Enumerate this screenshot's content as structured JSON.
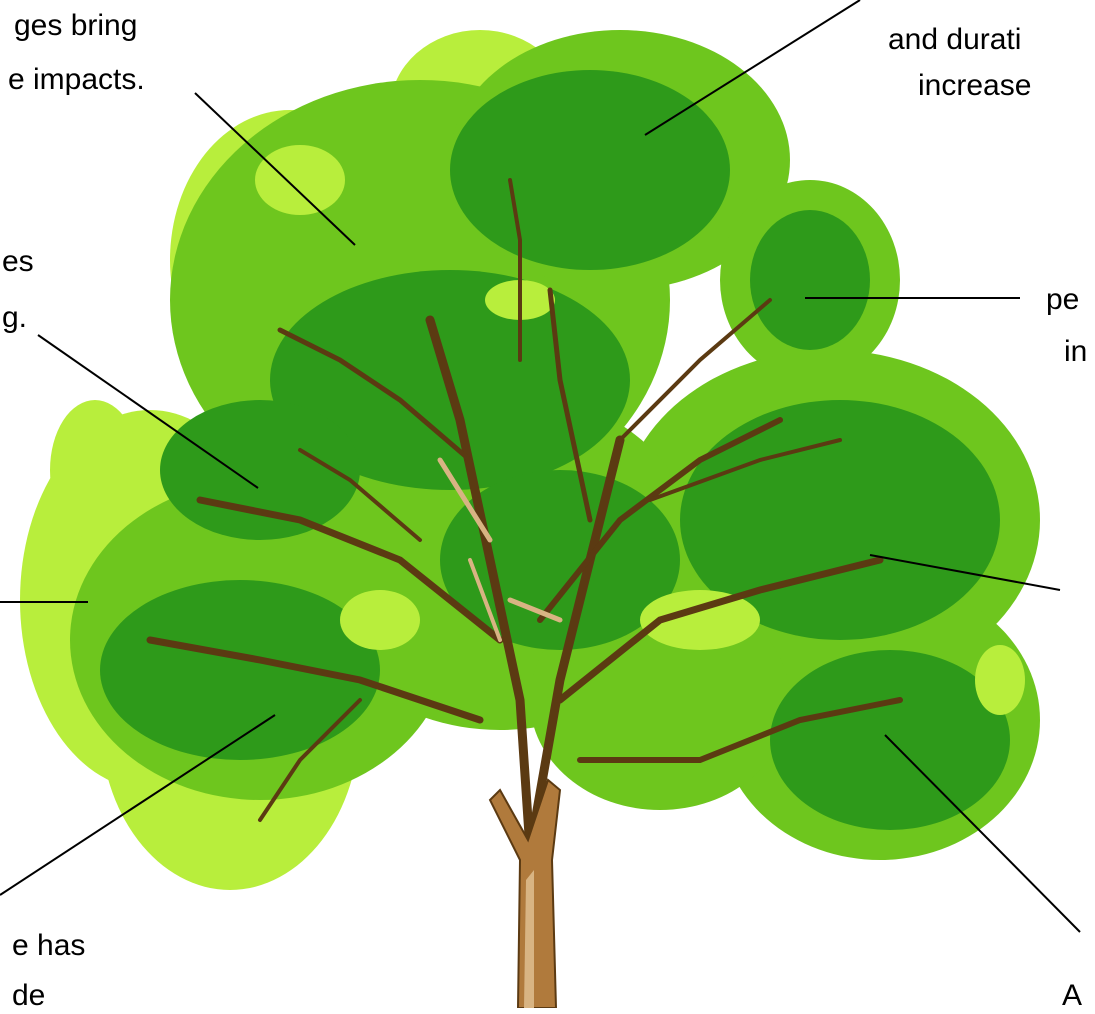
{
  "labels": {
    "top_left_1": "ges bring",
    "top_left_2": "e impacts.",
    "top_right_1": "and durati",
    "top_right_2": "increase",
    "mid_left_1": "es",
    "mid_left_2": "g.",
    "mid_right_1": "pe",
    "mid_right_2": "in",
    "bottom_left_1": "e has",
    "bottom_left_2": "de",
    "bottom_right_1": "A"
  },
  "colors": {
    "light_leaf": "#b8ee3c",
    "mid_leaf": "#6ec61e",
    "dark_leaf": "#2e9a1a",
    "branch": "#5b3a12",
    "trunk_light": "#d8b483",
    "trunk": "#b07a3c",
    "line": "#000000"
  }
}
